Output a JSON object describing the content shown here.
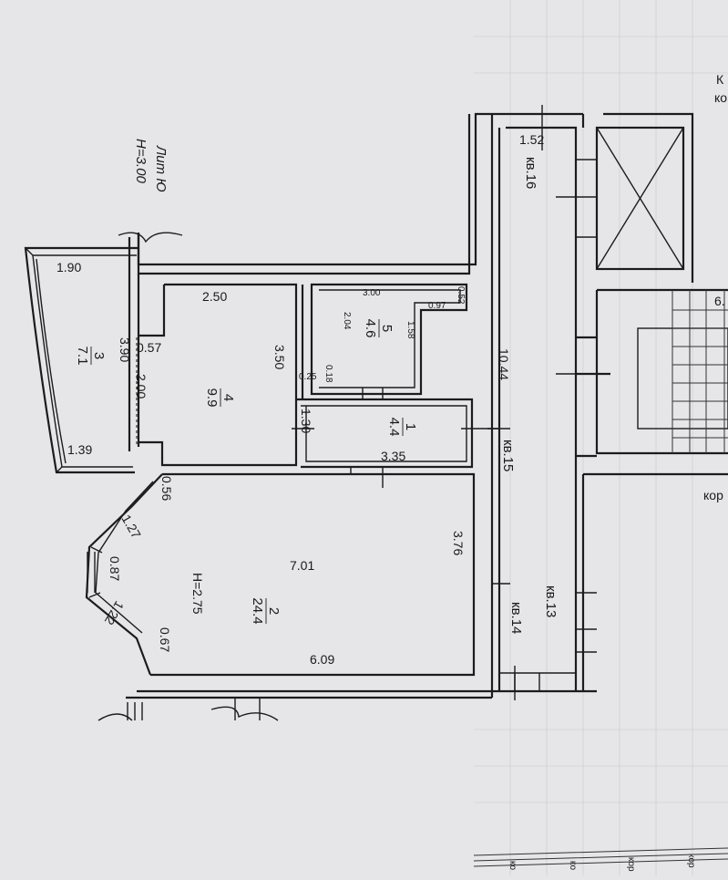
{
  "sheet": {
    "lit_label": "Лит Ю",
    "ceiling_height_main": "H=3.00",
    "ceiling_height_room2": "H=2.75",
    "paper_color": "#e6e6e8",
    "ink_color": "#1c1c1c"
  },
  "rooms": [
    {
      "id": "room-1",
      "number": "1",
      "area": "4.4"
    },
    {
      "id": "room-2",
      "number": "2",
      "area": "24.4"
    },
    {
      "id": "room-3",
      "number": "3",
      "area": "7.1"
    },
    {
      "id": "room-4",
      "number": "4",
      "area": "9.9"
    },
    {
      "id": "room-5",
      "number": "5",
      "area": "4.6"
    }
  ],
  "dimensions": {
    "d_152": "1.52",
    "d_190": "1.90",
    "d_250": "2.50",
    "d_300": "3.00",
    "d_052": "0.52",
    "d_097": "0.97",
    "d_204": "2.04",
    "d_158": "1.58",
    "d_018": "0.18",
    "d_025": "0.25",
    "d_057": "0.57",
    "d_390": "3.90",
    "d_350": "3.50",
    "d_200": "2.00",
    "d_1044": "10.44",
    "d_130": "1.30",
    "d_335": "3.35",
    "d_139": "1.39",
    "d_056": "0.56",
    "d_127": "1.27",
    "d_087": "0.87",
    "d_122": "1.22",
    "d_067": "0.67",
    "d_701": "7.01",
    "d_376": "3.76",
    "d_609": "6.09"
  },
  "apartments": {
    "kv16": "кв.16",
    "kv15": "кв.15",
    "kv14": "кв.14",
    "kv13": "кв.13"
  },
  "fragments": {
    "right_top": "К",
    "right_top2": "ко",
    "right_mid": "6.",
    "right_mid2": "кор",
    "bottom_1": "ко",
    "bottom_2": "ко",
    "bottom_3": "кор",
    "bottom_4": "кор"
  }
}
